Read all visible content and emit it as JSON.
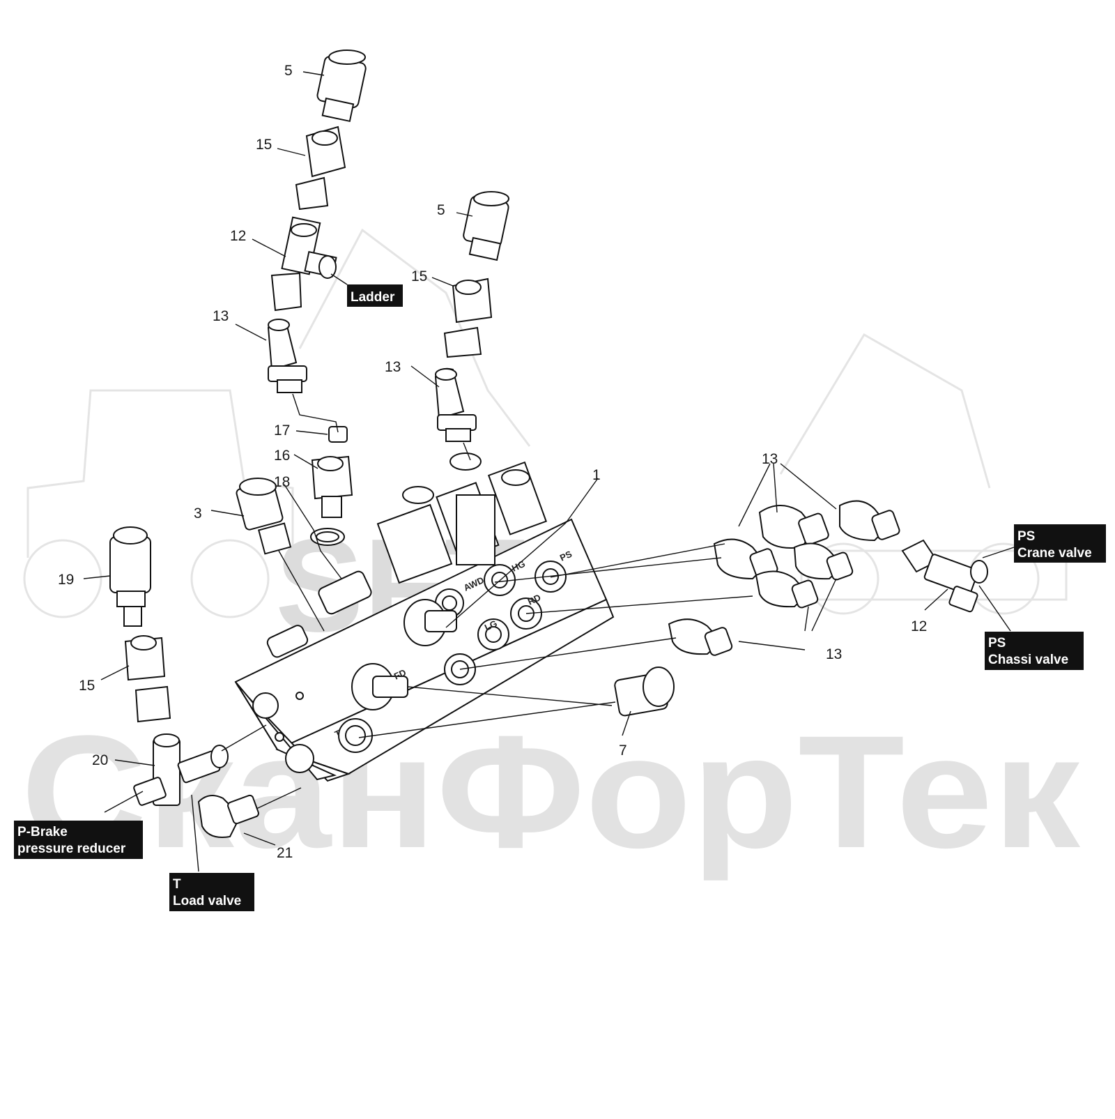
{
  "watermark": {
    "logo_text": "SFT",
    "brand_text": "СканФорТек"
  },
  "block_ports": [
    "AWD",
    "HG",
    "PS",
    "RD",
    "LG",
    "FD",
    "T"
  ],
  "callouts": [
    {
      "id": "c5a",
      "label": "5"
    },
    {
      "id": "c15a",
      "label": "15"
    },
    {
      "id": "c12a",
      "label": "12"
    },
    {
      "id": "c13a",
      "label": "13"
    },
    {
      "id": "c17",
      "label": "17"
    },
    {
      "id": "c16",
      "label": "16"
    },
    {
      "id": "c18",
      "label": "18"
    },
    {
      "id": "c3",
      "label": "3"
    },
    {
      "id": "c5b",
      "label": "5"
    },
    {
      "id": "c15b",
      "label": "15"
    },
    {
      "id": "c13b",
      "label": "13"
    },
    {
      "id": "c1",
      "label": "1"
    },
    {
      "id": "c13c",
      "label": "13"
    },
    {
      "id": "c13d",
      "label": "13"
    },
    {
      "id": "c12b",
      "label": "12"
    },
    {
      "id": "c19",
      "label": "19"
    },
    {
      "id": "c15c",
      "label": "15"
    },
    {
      "id": "c20",
      "label": "20"
    },
    {
      "id": "c21",
      "label": "21"
    },
    {
      "id": "c7",
      "label": "7"
    }
  ],
  "tags": [
    {
      "id": "ladder",
      "lines": [
        "Ladder"
      ]
    },
    {
      "id": "ps-crane",
      "lines": [
        "PS",
        "Crane valve"
      ]
    },
    {
      "id": "ps-chassi",
      "lines": [
        "PS",
        "Chassi valve"
      ]
    },
    {
      "id": "p-brake",
      "lines": [
        "P-Brake",
        "pressure reducer"
      ]
    },
    {
      "id": "t-load",
      "lines": [
        "T",
        "Load valve"
      ]
    }
  ]
}
